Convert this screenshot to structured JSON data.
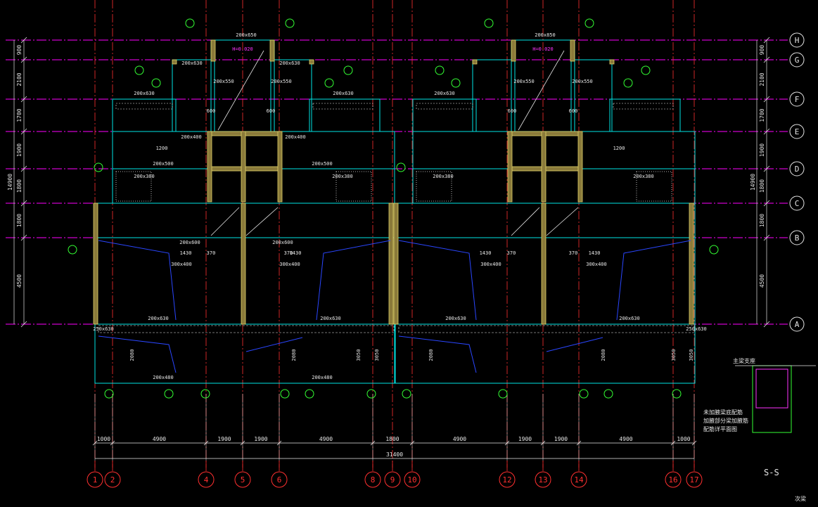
{
  "drawing": {
    "grid_rows": [
      {
        "label": "H",
        "bubble": "H"
      },
      {
        "label": "G",
        "bubble": "G"
      },
      {
        "label": "F",
        "bubble": "F"
      },
      {
        "label": "E",
        "bubble": "E"
      },
      {
        "label": "D",
        "bubble": "D"
      },
      {
        "label": "C",
        "bubble": "C"
      },
      {
        "label": "B",
        "bubble": "B"
      },
      {
        "label": "A",
        "bubble": "A"
      }
    ],
    "grid_cols": [
      "1",
      "2",
      "4",
      "5",
      "6",
      "8",
      "9",
      "10",
      "12",
      "13",
      "14",
      "16",
      "17"
    ],
    "left_dims": [
      "900",
      "2100",
      "1700",
      "1900",
      "1800",
      "1800",
      "4500"
    ],
    "left_total": "14900",
    "right_dims": [
      "900",
      "2100",
      "1700",
      "1900",
      "1800",
      "1800",
      "4500"
    ],
    "right_total": "14900",
    "bottom_dims": [
      "1000",
      "4900",
      "1900",
      "1900",
      "4900",
      "1800",
      "4900",
      "1900",
      "1900",
      "4900",
      "1000"
    ],
    "bottom_total": "31400",
    "front_dims": [
      "3050",
      "3050",
      "3050",
      "3050"
    ],
    "front_inner": [
      "2080",
      "2080",
      "2080",
      "2080"
    ],
    "beam_labels": [
      "200x650",
      "200x630",
      "200x630",
      "200x630",
      "200x630",
      "200x630",
      "200x400",
      "200x400",
      "200x500",
      "200x500",
      "200x380",
      "200x380",
      "200x600",
      "200x600",
      "200x480",
      "200x480",
      "200x630",
      "200x630",
      "300x400",
      "300x400",
      "300x400",
      "300x400",
      "250x630",
      "250x630",
      "200x850",
      "200x550",
      "200x550",
      "200x550",
      "200x550",
      "1200",
      "1200",
      "600",
      "600",
      "600",
      "600",
      "370",
      "370",
      "370",
      "370",
      "1430",
      "1430",
      "1430",
      "1430",
      "200x380",
      "200x380",
      "200x630",
      "200x630"
    ],
    "elevation_tags": [
      "H=0.020",
      "H=0.020"
    ],
    "note_lines": [
      "未加腋梁底配筋",
      "加腋部分梁加腋筋",
      "配筋详平面图"
    ],
    "note_header": "主梁支座",
    "section_label": "S-S",
    "corner_label": "次梁",
    "colors": {
      "grid_magenta": "#ff00ff",
      "axis_red": "#ff3030",
      "beam_cyan": "#00e5e5",
      "dim_white": "#e6e6e6",
      "bubble_green": "#33ff33",
      "column_yellow": "#e0d26a",
      "column_fill": "#8a7a3a",
      "blue_hatch": "#2a46ff",
      "text_magenta": "#ff33ff"
    }
  }
}
